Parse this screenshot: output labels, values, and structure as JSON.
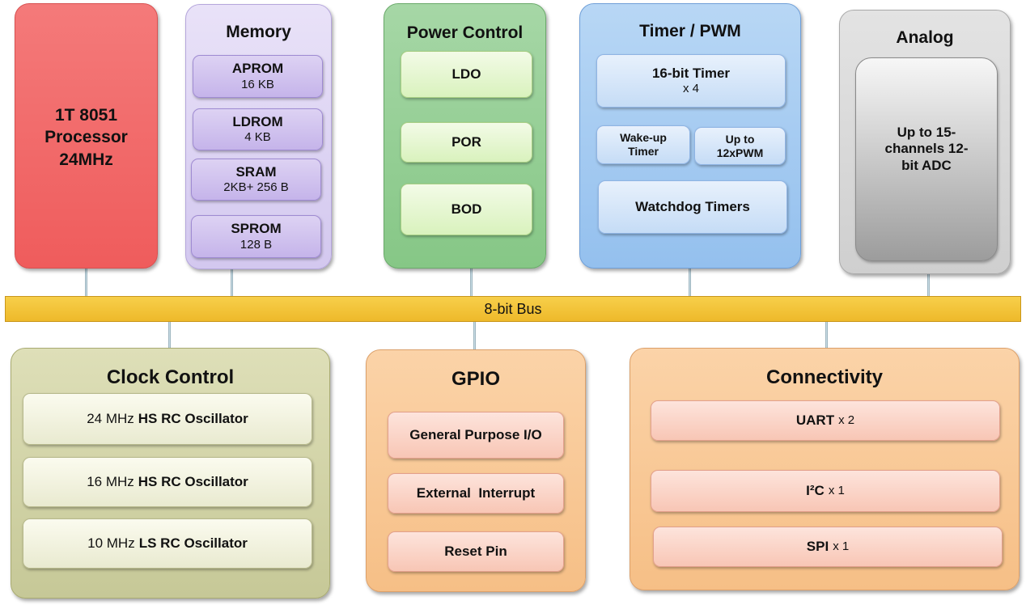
{
  "cpu": {
    "line1": "1T 8051",
    "line2": "Processor",
    "line3": "24MHz"
  },
  "memory": {
    "title": "Memory",
    "items": [
      {
        "name": "APROM",
        "detail": "16 KB"
      },
      {
        "name": "LDROM",
        "detail": "4 KB"
      },
      {
        "name": "SRAM",
        "detail": "2KB+ 256 B"
      },
      {
        "name": "SPROM",
        "detail": "128 B"
      }
    ]
  },
  "power": {
    "title": "Power Control",
    "items": [
      "LDO",
      "POR",
      "BOD"
    ]
  },
  "timer": {
    "title": "Timer / PWM",
    "timer16": {
      "name": "16-bit Timer",
      "detail": "x 4"
    },
    "wakeup": {
      "line1": "Wake-up",
      "line2": "Timer"
    },
    "pwm": {
      "line1": "Up to",
      "line2": "12xPWM"
    },
    "watchdog": "Watchdog Timers"
  },
  "analog": {
    "title": "Analog",
    "adc": {
      "line1": "Up to 15-",
      "line2": "channels 12-",
      "line3": "bit ADC"
    }
  },
  "bus": {
    "label": "8-bit Bus"
  },
  "clock": {
    "title": "Clock Control",
    "items": [
      {
        "freq": "24 MHz",
        "name": "HS RC Oscillator"
      },
      {
        "freq": "16 MHz",
        "name": "HS RC Oscillator"
      },
      {
        "freq": "10 MHz",
        "name": "LS RC Oscillator"
      }
    ]
  },
  "gpio": {
    "title": "GPIO",
    "items": [
      "General Purpose I/O",
      "External  Interrupt",
      "Reset Pin"
    ]
  },
  "connectivity": {
    "title": "Connectivity",
    "items": [
      {
        "name": "UART",
        "detail": "x 2"
      },
      {
        "name": "I²C",
        "detail": "x 1"
      },
      {
        "name": "SPI",
        "detail": "x 1"
      }
    ]
  }
}
